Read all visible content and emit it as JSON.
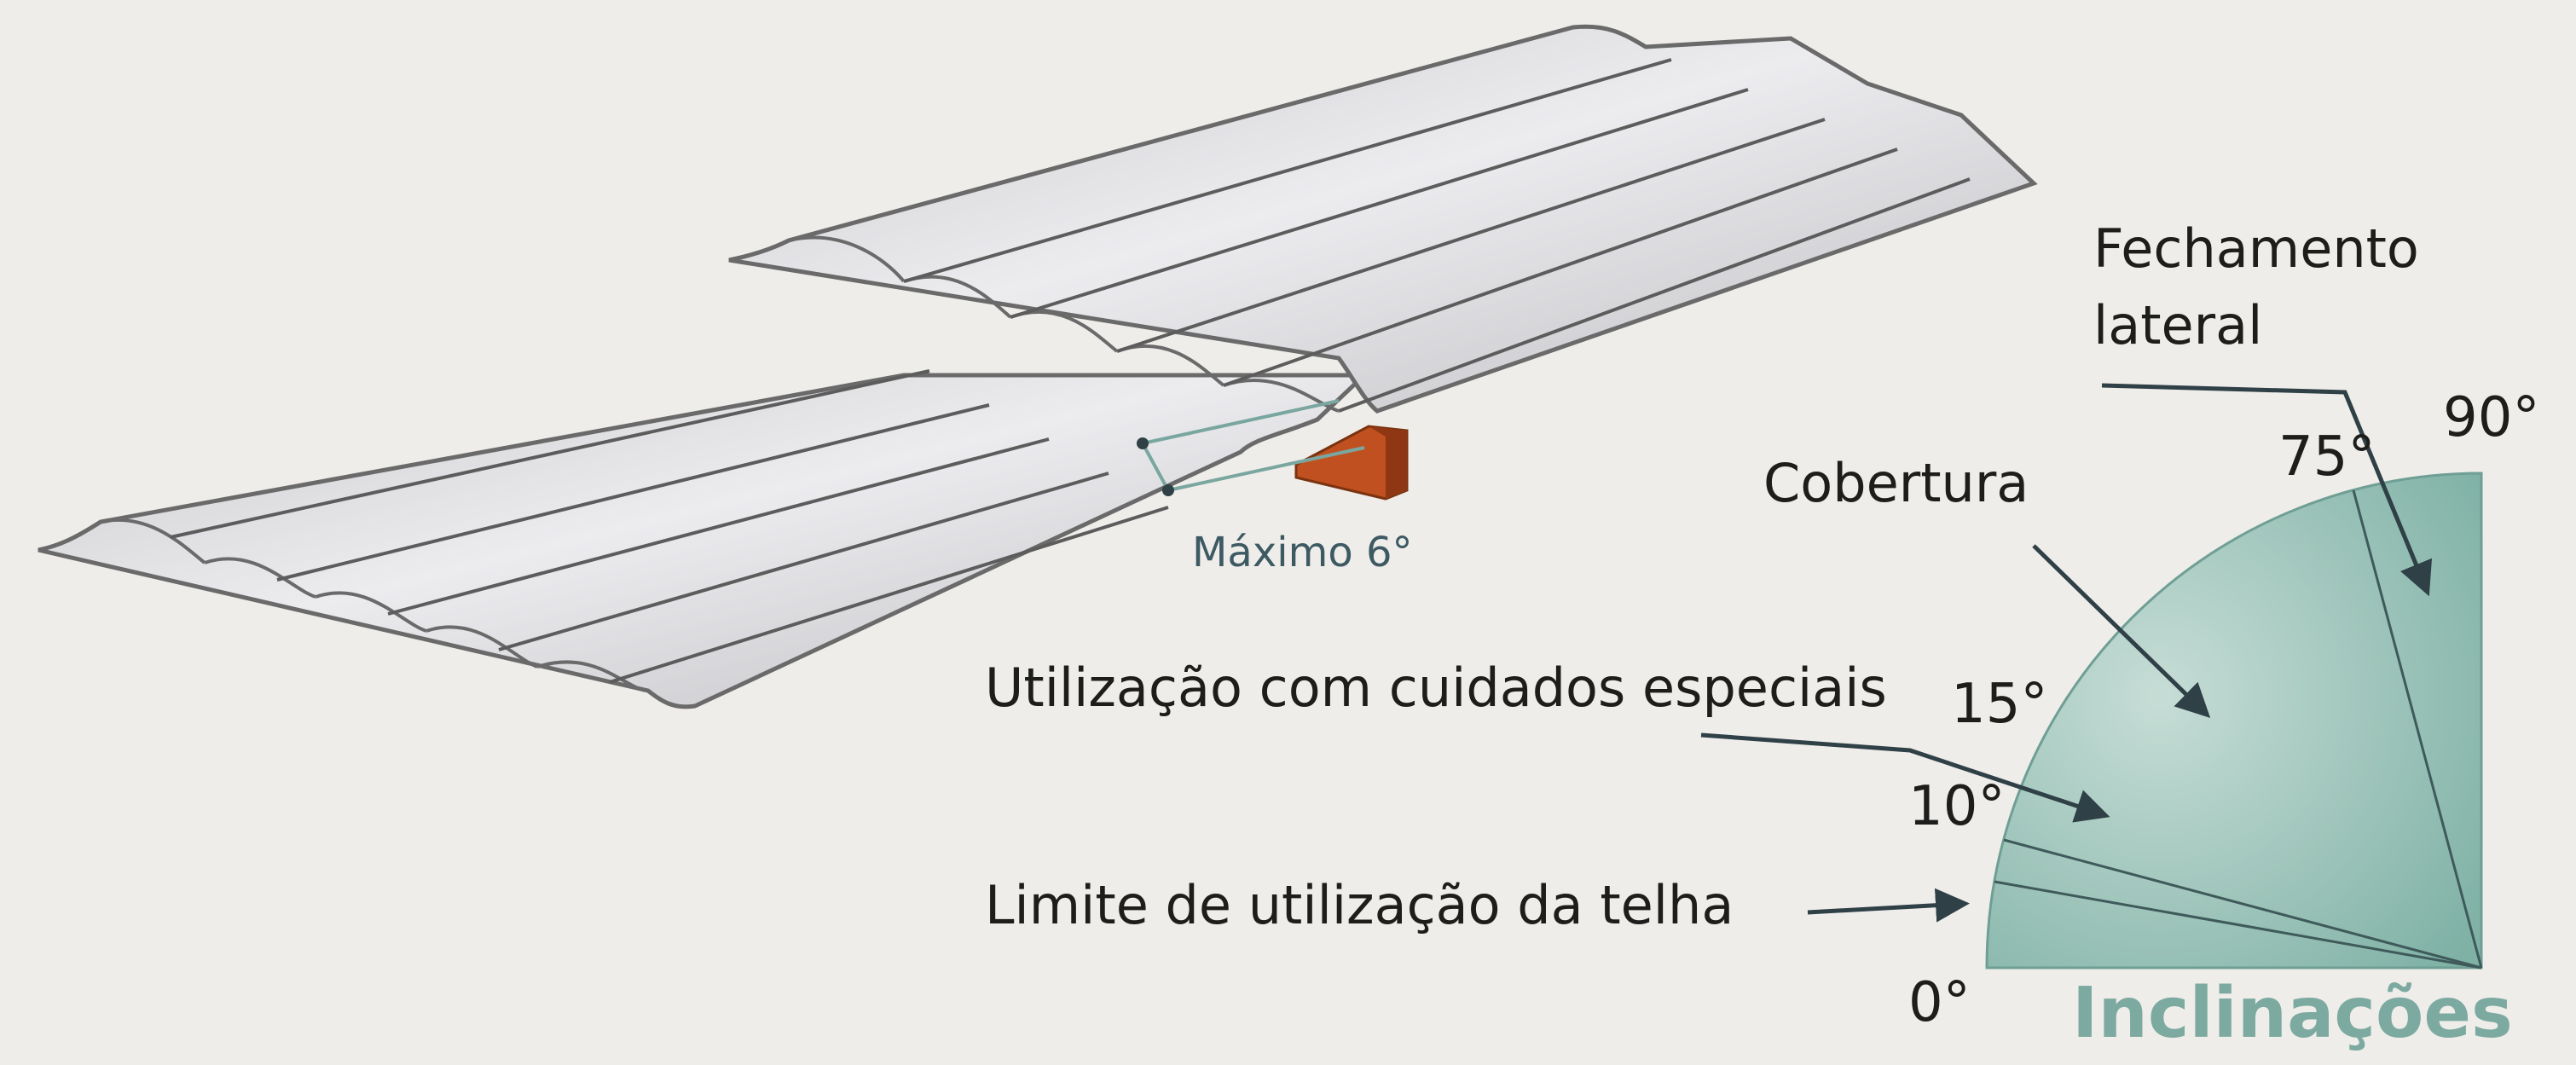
{
  "labels": {
    "maximo": "Máximo 6°",
    "fechamento_line1": "Fechamento",
    "fechamento_line2": "lateral",
    "cobertura": "Cobertura",
    "cuidados": "Utilização com cuidados especiais",
    "limite": "Limite de utilização da telha",
    "inclinacoes": "Inclinações"
  },
  "angles": {
    "a0": "0°",
    "a10": "10°",
    "a15": "15°",
    "a75": "75°",
    "a90": "90°"
  },
  "colors": {
    "background": "#efedea",
    "sheet": "#d9d9db",
    "sheet_edge": "#6a6a6a",
    "purlin": "#c0501f",
    "quadrant": "#8fbdb1",
    "arrow": "#2f4046",
    "accent_text": "#7daaa0",
    "overlap_marker": "#7aa6a0"
  },
  "quadrant_boundaries_deg": [
    0,
    10,
    15,
    75,
    90
  ]
}
